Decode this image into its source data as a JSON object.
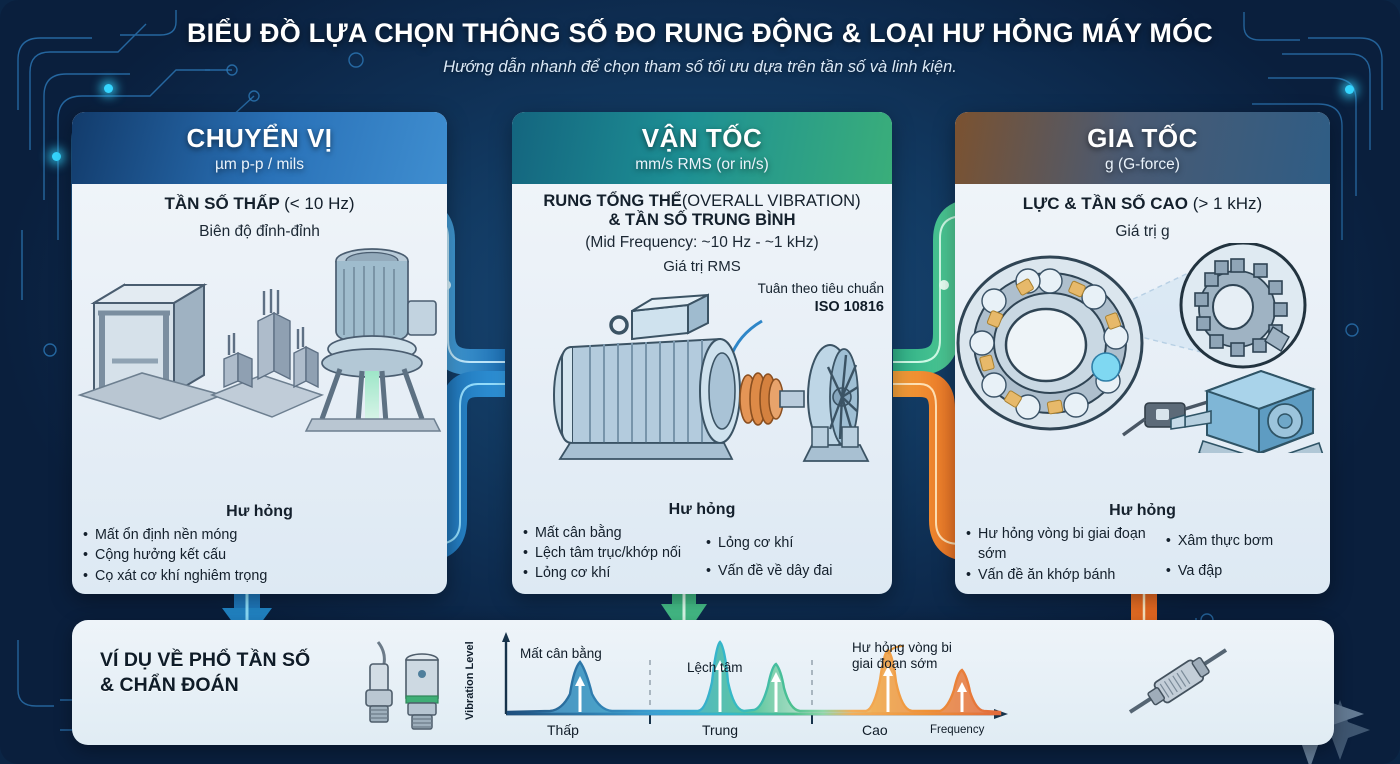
{
  "header": {
    "title": "BIỂU ĐỒ LỰA CHỌN THÔNG SỐ ĐO RUNG ĐỘNG & LOẠI HƯ HỎNG MÁY MÓC",
    "subtitle": "Hướng dẫn nhanh để chọn tham số tối ưu dựa trên tần số và linh kiện."
  },
  "colors": {
    "displacement": "#2a72b8",
    "velocity": "#2aa37f",
    "acceleration": "#ef8023",
    "background": "#0d2a4d",
    "panel": "#eef4f9"
  },
  "cards": [
    {
      "id": "displacement",
      "title": "CHUYỂN VỊ",
      "unit": "µm p-p / mils",
      "band_main_bold": "TẦN SỐ THẤP",
      "band_main_reg": "(< 10 Hz)",
      "band_sub": "Biên độ đỉnh-đỉnh",
      "band_sub2": "",
      "illustration": "steel-frame-foundation-pump-illustration",
      "fail_heading": "Hư hỏng",
      "fail_items_left": [
        "Mất ổn định nền móng",
        "Cộng hưởng kết cấu",
        "Cọ xát cơ khí nghiêm trọng"
      ],
      "fail_items_right": []
    },
    {
      "id": "velocity",
      "title": "VẬN TỐC",
      "unit": "mm/s RMS (or in/s)",
      "band_main_bold": "RUNG TỔNG THỂ",
      "band_main_reg": "(OVERALL VIBRATION)",
      "band_main_line2": "& TẦN SỐ TRUNG BÌNH",
      "band_sub": "(Mid Frequency: ~10 Hz - ~1 kHz)",
      "band_sub2": "Giá trị RMS",
      "callout_line1": "Tuân theo tiêu chuẩn",
      "callout_line2": "ISO 10816",
      "illustration": "electric-motor-coupling-fan-illustration",
      "fail_heading": "Hư hỏng",
      "fail_items_left": [
        "Mất cân bằng",
        "Lệch tâm trục/khớp nối",
        "Lỏng cơ khí"
      ],
      "fail_items_right": [
        "Lỏng cơ khí",
        "Vấn đề về dây đai"
      ]
    },
    {
      "id": "acceleration",
      "title": "GIA TỐC",
      "unit": "g (G-force)",
      "band_main_bold": "LỰC & TẦN SỐ CAO",
      "band_main_reg": "(> 1 kHz)",
      "band_sub": "Giá trị g",
      "band_sub2": "",
      "illustration": "ball-bearing-gear-gearbox-illustration",
      "fail_heading": "Hư hỏng",
      "fail_items_left": [
        "Hư hỏng vòng bi giai đoạn sớm",
        "Vấn đề ăn khớp bánh"
      ],
      "fail_items_right": [
        "Xâm thực bơm",
        "Va đập"
      ]
    }
  ],
  "bottom": {
    "title_line1": "VÍ DỤ VỀ PHỔ TẦN SỐ",
    "title_line2": "& CHẨN ĐOÁN",
    "sensors_icon": "accelerometer-sensors-icon",
    "cable_icon": "sensor-cable-connector-icon"
  },
  "chart_data": {
    "type": "line",
    "title": "",
    "xlabel": "Frequency",
    "ylabel": "Vibration Level",
    "grid": false,
    "legend": "none",
    "x_band_labels": [
      "Thấp",
      "Trung",
      "Cao"
    ],
    "x_band_bounds": [
      0,
      0.28,
      0.62,
      1.0
    ],
    "annotations": [
      {
        "text": "Mất cân bằng",
        "band": "Thấp",
        "color": "#2a72b8"
      },
      {
        "text": "Lệch tâm",
        "band": "Trung",
        "color": "#2aa37f"
      },
      {
        "text": "Hư hỏng vòng bi\ngiai đoạn sớm",
        "band": "Cao",
        "color": "#ef8023"
      }
    ],
    "peaks": [
      {
        "label": "Mất cân bằng",
        "x": 0.155,
        "height": 0.62,
        "width": 0.028,
        "color": "#2b7fc4"
      },
      {
        "label": "Lệch tâm (1x)",
        "x": 0.355,
        "height": 0.97,
        "width": 0.024,
        "color": "#2ba8c4"
      },
      {
        "label": "Lệch tâm (2x)",
        "x": 0.455,
        "height": 0.58,
        "width": 0.021,
        "color": "#3fbd86"
      },
      {
        "label": "Hư hỏng vòng bi (BPFO)",
        "x": 0.735,
        "height": 0.84,
        "width": 0.02,
        "color": "#f0952f"
      },
      {
        "label": "Hư hỏng vòng bi (harmonic)",
        "x": 0.885,
        "height": 0.5,
        "width": 0.019,
        "color": "#e8603a"
      }
    ],
    "ylim": [
      0,
      1
    ],
    "xlim": [
      0,
      1
    ]
  },
  "arrows": [
    {
      "name": "velocity-to-displacement-arrow",
      "color": "#2f8fd8",
      "direction": "left"
    },
    {
      "name": "velocity-to-displacement-fail-arrow",
      "color": "#1c6fae",
      "direction": "left"
    },
    {
      "name": "velocity-to-acceleration-arrow",
      "color": "#3fb883",
      "direction": "right"
    },
    {
      "name": "velocity-to-acceleration-fail-arrow",
      "color": "#ef8023",
      "direction": "right"
    },
    {
      "name": "displacement-to-spectrum-arrow",
      "color": "#1f79bd",
      "direction": "down"
    },
    {
      "name": "velocity-to-spectrum-arrow",
      "color": "#3fb883",
      "direction": "down"
    },
    {
      "name": "acceleration-to-spectrum-arrow",
      "color": "#ef8023",
      "direction": "down-left"
    }
  ]
}
